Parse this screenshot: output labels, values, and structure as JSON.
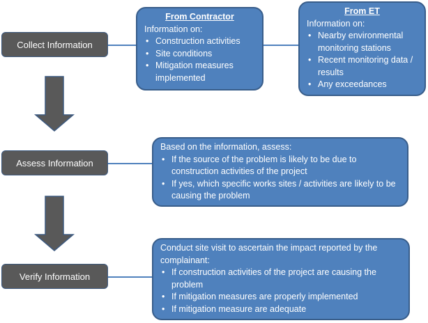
{
  "steps": {
    "collect": "Collect Information",
    "assess": "Assess Information",
    "verify": "Verify Information"
  },
  "contractor": {
    "title": "From Contractor",
    "intro": "Information on:",
    "items": [
      "Construction activities",
      "Site conditions",
      "Mitigation measures implemented"
    ]
  },
  "et": {
    "title": "From ET",
    "intro": "Information on:",
    "items": [
      "Nearby environmental monitoring stations",
      "Recent monitoring data / results",
      "Any exceedances"
    ]
  },
  "assess_detail": {
    "intro": "Based on the information, assess:",
    "items": [
      "If the source of the problem is likely to be due to construction activities of the project",
      "If yes, which specific works sites / activities are likely to be causing the problem"
    ]
  },
  "verify_detail": {
    "intro": "Conduct site visit to ascertain the impact reported by the complainant:",
    "items": [
      "If construction activities of the project are causing the problem",
      "If mitigation measures are properly implemented",
      "If mitigation measure are adequate"
    ]
  },
  "colors": {
    "step_fill": "#595959",
    "box_fill": "#4f81bd",
    "box_border": "#385d8a"
  }
}
